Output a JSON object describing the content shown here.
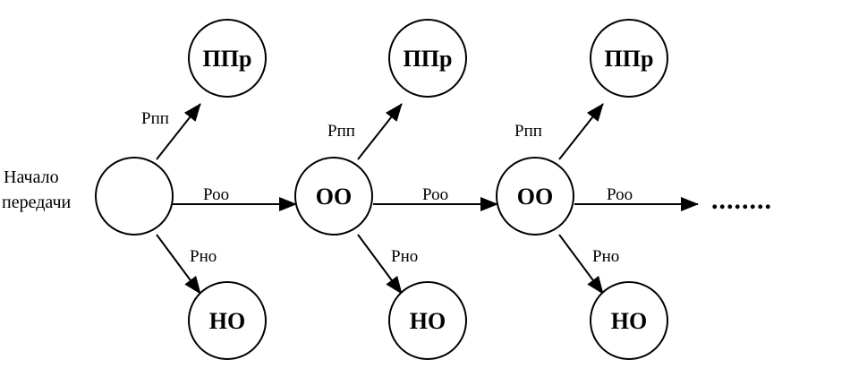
{
  "start_label_line1": "Начало",
  "start_label_line2": "передачи",
  "nodes": {
    "start": "",
    "oo_1": "ОО",
    "oo_2": "ОО",
    "ppr_1": "ППр",
    "ppr_2": "ППр",
    "ppr_3": "ППр",
    "no_1": "НО",
    "no_2": "НО",
    "no_3": "НО"
  },
  "edges": {
    "p_pp": "Рпп",
    "p_oo": "Роо",
    "p_no": "Рно"
  },
  "continuation": "........"
}
